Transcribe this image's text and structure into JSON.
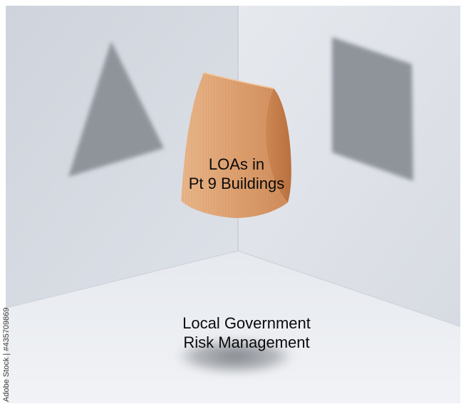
{
  "scene": {
    "object_label_line1": "LOAs in",
    "object_label_line2": "Pt 9 Buildings",
    "floor_label_line1": "Local Government",
    "floor_label_line2": "Risk Management",
    "stock_id": "Adobe Stock | #435709869",
    "watermark_text": "Adobe Stock"
  },
  "colors": {
    "left_wall": "#d9dde4",
    "right_wall": "#e2e6ec",
    "floor": "#eceff3",
    "wall_shapes": "#8e939b",
    "wood_light": "#e0a676",
    "wood_dark": "#c47e4c"
  }
}
